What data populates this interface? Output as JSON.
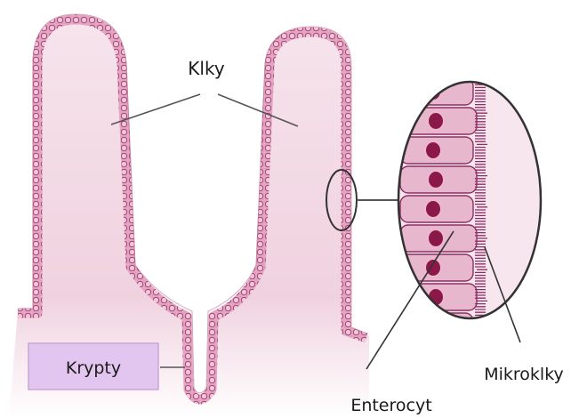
{
  "labels": {
    "villi": "Klky",
    "crypts": "Krypty",
    "microvilli": "Mikroklky",
    "enterocyte": "Enterocyt"
  },
  "colors": {
    "tissue": "#f3dbe5",
    "tissue_dark": "#ecc9d8",
    "epithelium": "#d98fb2",
    "epithelium_edge": "#8e2f63",
    "nucleus": "#8a1849",
    "crypt_box": "#e3c6ef",
    "crypt_box_border": "#c9a6d8",
    "leader_line": "#444444",
    "zoom_outline": "#333333"
  }
}
